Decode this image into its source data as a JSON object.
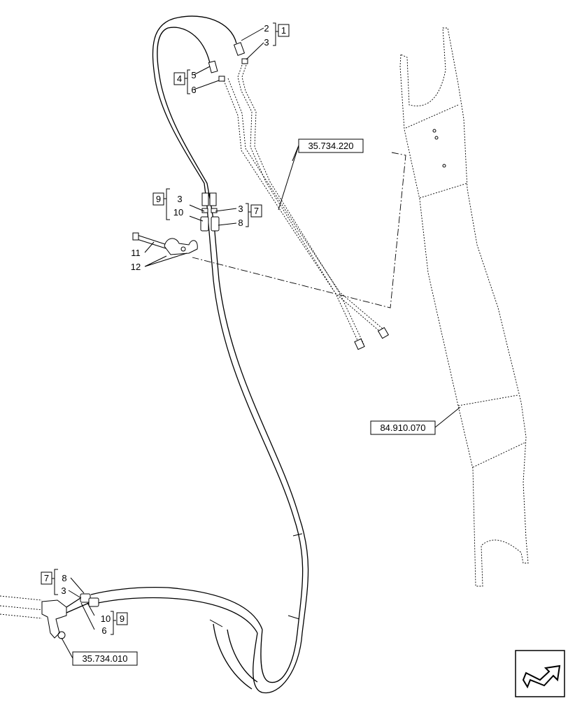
{
  "callouts": {
    "c1": "1",
    "c2": "2",
    "c3_top": "3",
    "c4": "4",
    "c5": "5",
    "c6_top": "6",
    "c9_mid": "9",
    "c3_mid_left": "3",
    "c10_mid": "10",
    "c3_mid_right": "3",
    "c7_mid": "7",
    "c8_mid": "8",
    "c11": "11",
    "c12": "12",
    "c7_bot": "7",
    "c8_bot": "8",
    "c3_bot": "3",
    "c10_bot": "10",
    "c9_bot": "9",
    "c6_bot": "6"
  },
  "references": {
    "ref_hose_kit": "35.734.220",
    "ref_frame": "84.910.070",
    "ref_valve": "35.734.010"
  },
  "nav_icon": "next-page-arrow-icon"
}
